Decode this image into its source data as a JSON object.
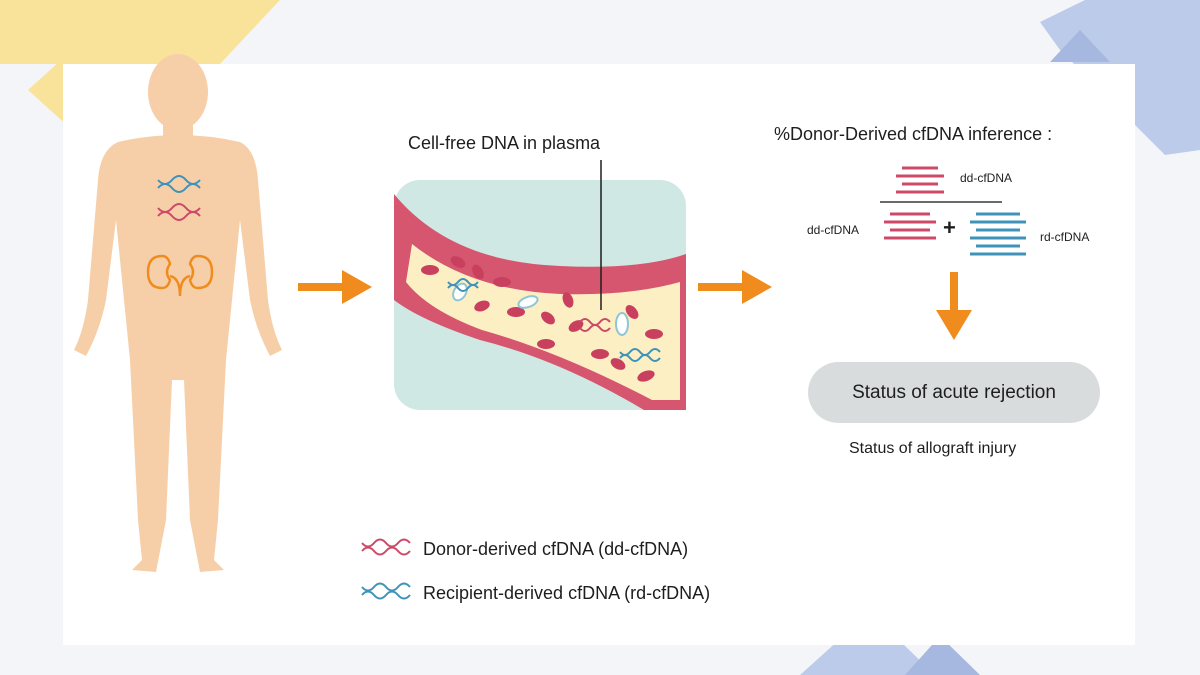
{
  "labels": {
    "plasma": "Cell-free DNA in plasma",
    "inference_title": "%Donor-Derived cfDNA inference :",
    "numerator": "dd-cfDNA",
    "denominator_left": "dd-cfDNA",
    "denominator_right": "rd-cfDNA",
    "plus": "+",
    "status_acute": "Status of acute rejection",
    "status_allograft": "Status of allograft injury"
  },
  "legend": {
    "donor": "Donor-derived cfDNA (dd-cfDNA)",
    "recipient": "Recipient-derived cfDNA (rd-cfDNA)"
  },
  "colors": {
    "background": "#f4f5f8",
    "panel": "#ffffff",
    "accent_yellow": "#f9e39a",
    "accent_blue": "#bccbe9",
    "skin": "#f6cfa9",
    "arrow": "#f08c1e",
    "donor_dna": "#cc4a68",
    "recipient_dna": "#3f93b8",
    "vessel_wall": "#d6566f",
    "plasma": "#fcefc4",
    "tissue": "#cfe8e4",
    "kidney": "#f08c1e",
    "pill": "#d9dcdc"
  }
}
